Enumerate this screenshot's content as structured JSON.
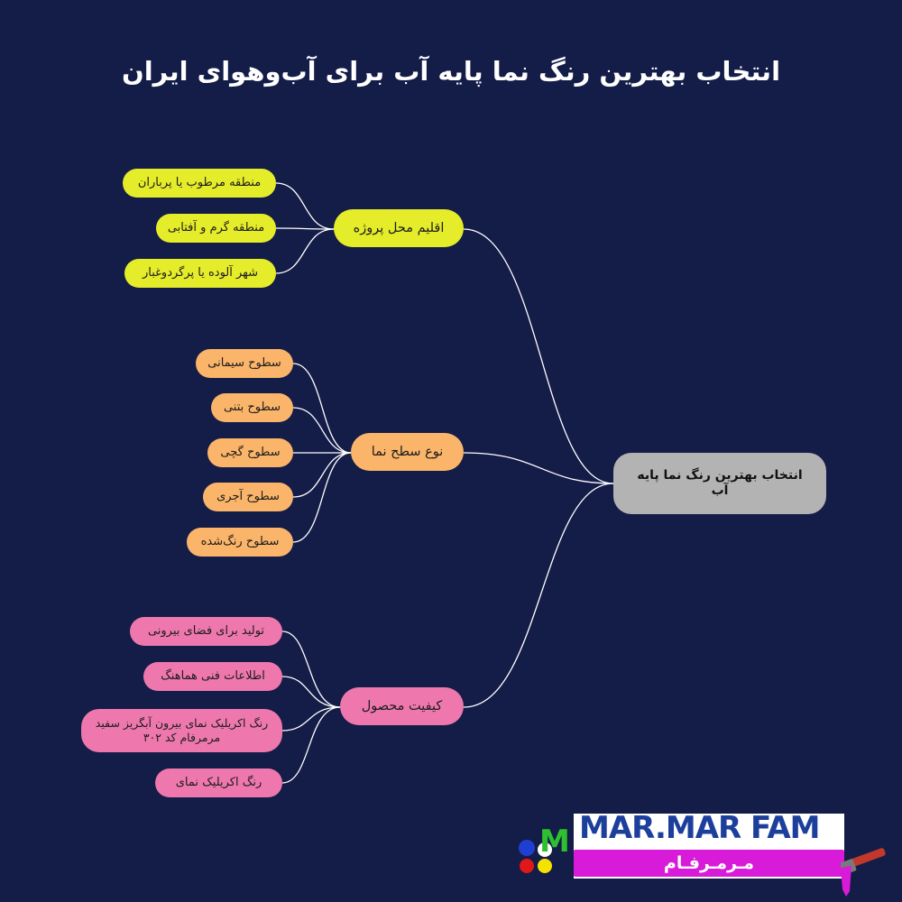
{
  "title": "انتخاب بهترین رنگ نما پایه آب برای آب‌وهوای ایران",
  "root": "انتخاب بهترین رنگ نما پایه آب",
  "branches": [
    {
      "label": "اقلیم محل پروژه",
      "color": "#e5ec2a",
      "items": [
        "منطقه مرطوب یا پرباران",
        "منطقه گرم و آفتابی",
        "شهر آلوده یا پرگرد‌وغبار"
      ]
    },
    {
      "label": "نوع سطح نما",
      "color": "#fbb56a",
      "items": [
        "سطوح سیمانی",
        "سطوح بتنی",
        "سطوح گچی",
        "سطوح آجری",
        "سطوح رنگ‌شده"
      ]
    },
    {
      "label": "کیفیت محصول",
      "color": "#ee78ad",
      "items": [
        "تولید برای فضای بیرونی",
        "اطلاعات فنی هماهنگ",
        "رنگ اکریلیک نمای بیرون آبگریز سفید مرمرفام کد ۳۰۲",
        "رنگ اکریلیک نمای"
      ]
    }
  ],
  "logo": {
    "name_en": "MAR.MAR FAM",
    "name_fa": "مـرمـرفـام",
    "mark": "M"
  },
  "colors": {
    "background": "#141c48",
    "root": "#b3b3b3",
    "connector": "#ffffff"
  }
}
